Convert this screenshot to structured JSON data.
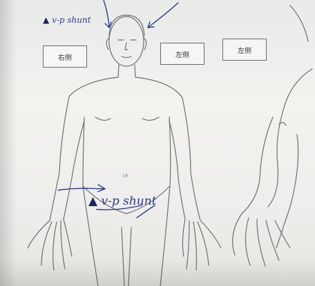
{
  "annotations": {
    "top_note": {
      "marker": "▲",
      "text": "v-p shunt"
    },
    "abdomen_note": {
      "marker": "▲",
      "text": "v-p shunt"
    }
  },
  "boxes": {
    "right_side": "右侧",
    "left_side": "左侧",
    "left_side_2": "左侧"
  },
  "center_mark": "LR",
  "ink_color": "#2a3a8c"
}
